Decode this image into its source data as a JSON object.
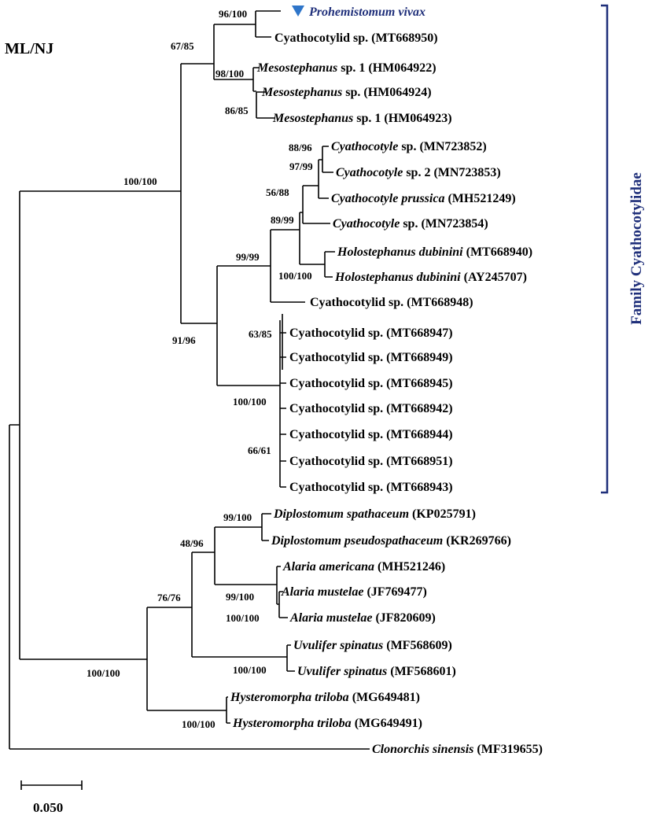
{
  "title": "ML/NJ",
  "scale_label": "0.050",
  "family_label": "Family Cyathocotylidae",
  "highlight_color": "#1f2f7a",
  "marker_color": "#2e75c9",
  "taxa": [
    {
      "genus": "Prohemistomum vivax",
      "rest": "",
      "highlight": true
    },
    {
      "genus": "",
      "rest": "Cyathocotylid sp. (MT668950)"
    },
    {
      "genus": "Mesostephanus",
      "rest": " sp. 1 (HM064922)"
    },
    {
      "genus": "Mesostephanus",
      "rest": " sp. (HM064924)"
    },
    {
      "genus": "Mesostephanus",
      "rest": " sp. 1 (HM064923)"
    },
    {
      "genus": "Cyathocotyle",
      "rest": " sp. (MN723852)"
    },
    {
      "genus": "Cyathocotyle",
      "rest": " sp. 2 (MN723853)"
    },
    {
      "genus": "Cyathocotyle prussica",
      "rest": " (MH521249)"
    },
    {
      "genus": "Cyathocotyle",
      "rest": " sp. (MN723854)"
    },
    {
      "genus": "Holostephanus dubinini",
      "rest": " (MT668940)"
    },
    {
      "genus": "Holostephanus dubinini",
      "rest": " (AY245707)"
    },
    {
      "genus": "",
      "rest": "Cyathocotylid sp. (MT668948)"
    },
    {
      "genus": "",
      "rest": "Cyathocotylid sp. (MT668947)"
    },
    {
      "genus": "",
      "rest": "Cyathocotylid sp. (MT668949)"
    },
    {
      "genus": "",
      "rest": "Cyathocotylid sp. (MT668945)"
    },
    {
      "genus": "",
      "rest": "Cyathocotylid sp. (MT668942)"
    },
    {
      "genus": "",
      "rest": "Cyathocotylid sp. (MT668944)"
    },
    {
      "genus": "",
      "rest": "Cyathocotylid sp. (MT668951)"
    },
    {
      "genus": "",
      "rest": "Cyathocotylid sp. (MT668943)"
    },
    {
      "genus": "Diplostomum spathaceum",
      "rest": " (KP025791)"
    },
    {
      "genus": "Diplostomum pseudospathaceum",
      "rest": " (KR269766)"
    },
    {
      "genus": "Alaria americana",
      "rest": " (MH521246)"
    },
    {
      "genus": "Alaria mustelae",
      "rest": " (JF769477)"
    },
    {
      "genus": "Alaria mustelae",
      "rest": " (JF820609)"
    },
    {
      "genus": "Uvulifer spinatus",
      "rest": " (MF568609)"
    },
    {
      "genus": "Uvulifer spinatus",
      "rest": " (MF568601)"
    },
    {
      "genus": "Hysteromorpha triloba",
      "rest": " (MG649481)"
    },
    {
      "genus": "Hysteromorpha triloba",
      "rest": " (MG649491)"
    },
    {
      "genus": "Clonorchis sinensis",
      "rest": " (MF319655)"
    }
  ],
  "supports": [
    "96/100",
    "67/85",
    "98/100",
    "86/85",
    "100/100",
    "88/96",
    "97/99",
    "56/88",
    "89/99",
    "99/99",
    "100/100",
    "91/96",
    "63/85",
    "100/100",
    "66/61",
    "99/100",
    "48/96",
    "99/100",
    "100/100",
    "76/76",
    "100/100",
    "100/100",
    "100/100"
  ]
}
